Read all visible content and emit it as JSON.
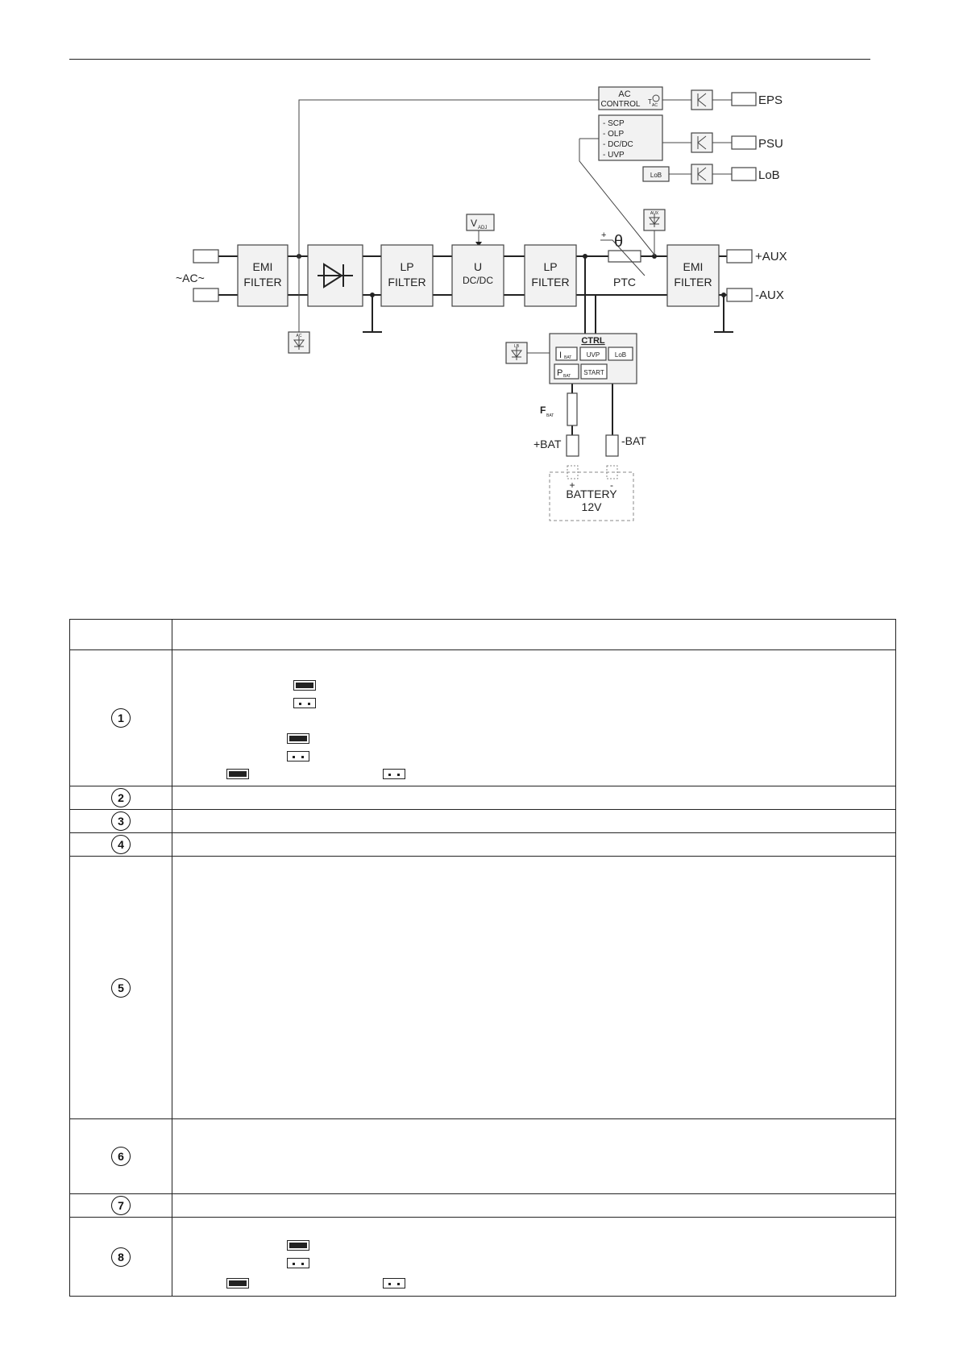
{
  "diagram": {
    "ac_input": "~AC~",
    "emi_filter_1": [
      "EMI",
      "FILTER"
    ],
    "lp_filter_1": [
      "LP",
      "FILTER"
    ],
    "dcdc": [
      "U",
      "DC/DC"
    ],
    "v_adj": "V",
    "v_adj_sub": "ADJ",
    "lp_filter_2": [
      "LP",
      "FILTER"
    ],
    "ptc": "PTC",
    "theta": "θ",
    "plus_sign": "+",
    "emi_filter_2": [
      "EMI",
      "FILTER"
    ],
    "out_plus": "+AUX",
    "out_minus": "-AUX",
    "ac_control": [
      "AC",
      "CONTROL"
    ],
    "t_ac": "T",
    "t_ac_sub": "AC",
    "protections": [
      "- SCP",
      "- OLP",
      "- DC/DC",
      "- UVP"
    ],
    "lob_box": "LoB",
    "outputs": [
      "EPS",
      "PSU",
      "LoB"
    ],
    "led_ac": "AC",
    "led_aux": "AUX",
    "led_lb": "LB",
    "ctrl_title": "CTRL",
    "ctrl_cells": [
      "I",
      "UVP",
      "LoB",
      "P",
      "START"
    ],
    "ctrl_sub": "BAT",
    "fuse": "F",
    "fuse_sub": "BAT",
    "bat_plus": "+BAT",
    "bat_minus": "-BAT",
    "battery_polarity": [
      "+",
      "-"
    ],
    "battery": [
      "BATTERY",
      "12V"
    ]
  },
  "legend": {
    "rows": [
      {
        "num": "1"
      },
      {
        "num": "2"
      },
      {
        "num": "3"
      },
      {
        "num": "4"
      },
      {
        "num": "5"
      },
      {
        "num": "6"
      },
      {
        "num": "7"
      },
      {
        "num": "8"
      }
    ]
  }
}
